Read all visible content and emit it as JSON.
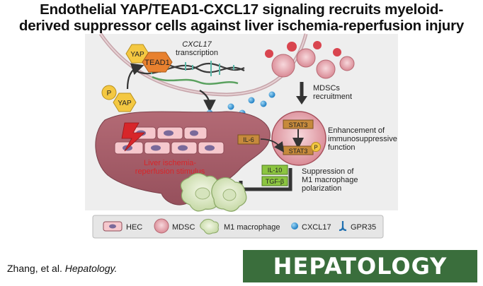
{
  "title": {
    "line1": "Endothelial YAP/TEAD1-CXCL17 signaling recruits myeloid-",
    "line2": "derived suppressor cells against liver ischemia-reperfusion injury"
  },
  "nucleus": {
    "yap_label": "YAP",
    "tead1_label": "TEAD1",
    "transcription_gene": "CXCL17",
    "transcription_word": "transcription",
    "p_label": "P",
    "p_yap_label": "YAP"
  },
  "liver": {
    "stimulus_line1": "Liver ischemia-",
    "stimulus_line2": "reperfusion stimulus"
  },
  "mdsc": {
    "recruitment_line1": "MDSCs",
    "recruitment_line2": "recruitment",
    "stat3_top": "STAT3",
    "stat3_bottom": "STAT3",
    "p_label": "P",
    "il6": "IL-6",
    "enhancement_line1": "Enhancement of",
    "enhancement_line2": "immunosuppressive",
    "enhancement_line3": "function"
  },
  "macrophage": {
    "il10": "IL-10",
    "tgfb": "TGF-β",
    "suppression_line1": "Suppression of",
    "suppression_line2": "M1 macrophage",
    "suppression_line3": "polarization"
  },
  "legend": {
    "hec": "HEC",
    "mdsc": "MDSC",
    "m1": "M1 macrophage",
    "cxcl17": "CXCL17",
    "gpr35": "GPR35"
  },
  "citation": {
    "authors": "Zhang, et al. ",
    "journal": "Hepatology."
  },
  "logo": "HEPATOLOGY",
  "colors": {
    "liver": "#a85d68",
    "yap": "#f4c842",
    "tead1": "#e8812f",
    "stat3": "#c68a3c",
    "cytokine_green": "#8cc540",
    "cxcl17_blue": "#2f8fd0",
    "logo_green": "#3a6e3c",
    "stimulus_red": "#d7262a"
  }
}
